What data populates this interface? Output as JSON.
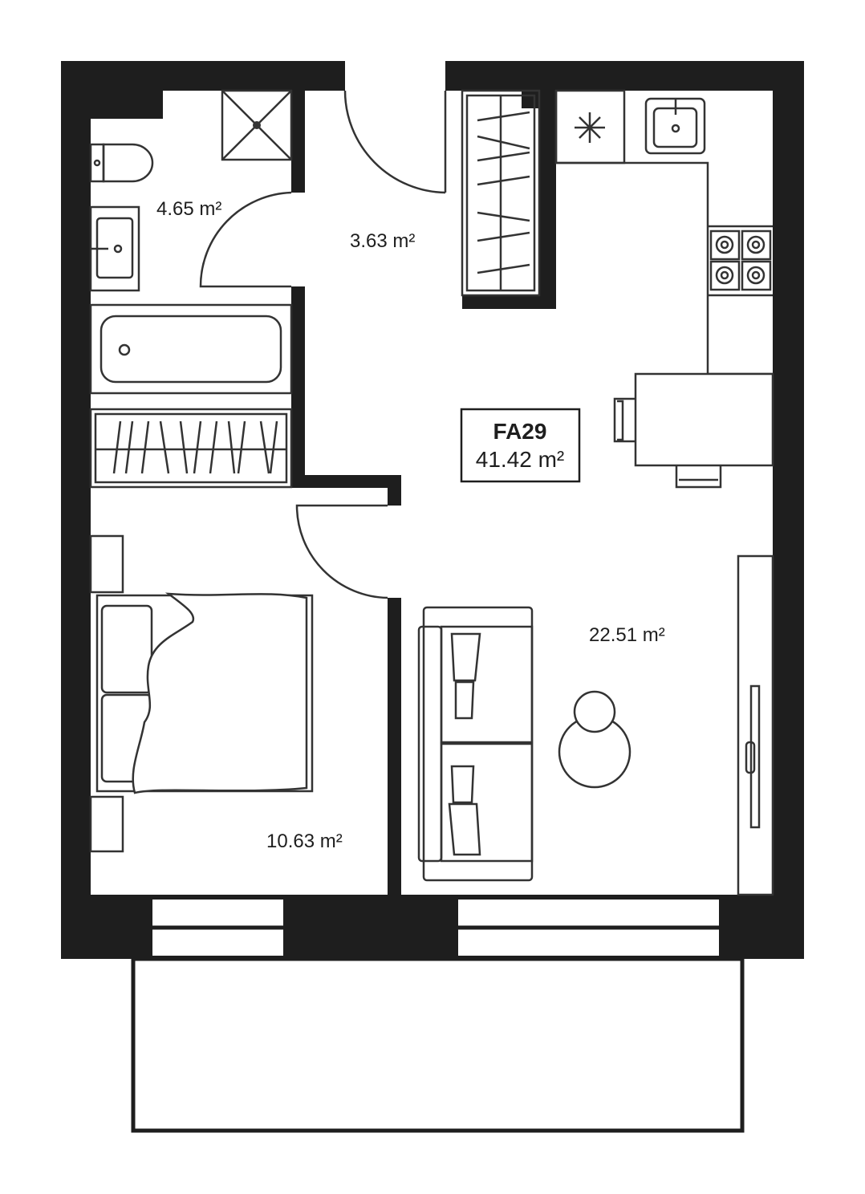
{
  "plan": {
    "unit_code": "FA29",
    "total_area": "41.42 m²",
    "rooms": [
      {
        "name": "bathroom",
        "area": "4.65 m²"
      },
      {
        "name": "hallway",
        "area": "3.63 m²"
      },
      {
        "name": "living-kitchen",
        "area": "22.51 m²"
      },
      {
        "name": "bedroom",
        "area": "10.63 m²"
      }
    ]
  },
  "colors": {
    "wall": "#1e1e1e",
    "line": "#333333"
  }
}
